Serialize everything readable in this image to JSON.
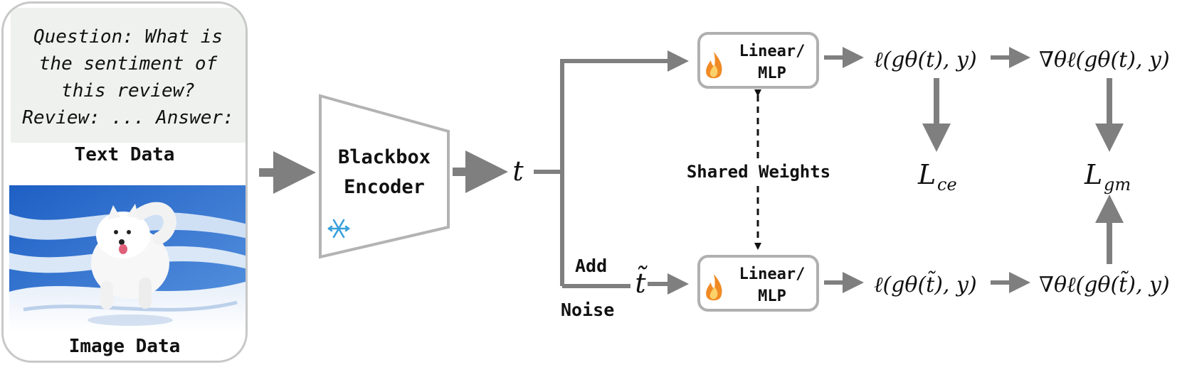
{
  "input_card": {
    "question_text": "Question: What is\nthe sentiment of\nthis review?\nReview: ... Answer:",
    "text_label": "Text Data",
    "image_label": "Image Data"
  },
  "encoder": {
    "label_line1": "Blackbox",
    "label_line2": "Encoder",
    "icon": "snowflake-icon"
  },
  "embedding": {
    "t_symbol": "t",
    "t_tilde_symbol": "t̃",
    "add_label": "Add",
    "noise_label": "Noise"
  },
  "heads": {
    "top_label_line1": "Linear/",
    "top_label_line2": "MLP",
    "bottom_label_line1": "Linear/",
    "bottom_label_line2": "MLP",
    "icon": "flame-icon",
    "shared_label": "Shared Weights"
  },
  "losses": {
    "loss_clean": "ℓ(gθ(t), y)",
    "loss_noisy": "ℓ(gθ(t̃), y)",
    "grad_clean": "∇θℓ(gθ(t), y)",
    "grad_noisy": "∇θℓ(gθ(t̃), y)",
    "ce_base": "L",
    "ce_sub": "ce",
    "gm_base": "L",
    "gm_sub": "gm"
  },
  "colors": {
    "arrow": "#7f7f7f",
    "box_border": "#b0b0b0",
    "question_bg": "#eef1ed",
    "snowflake": "#3aa0dc",
    "flame_outer": "#f08a24",
    "flame_inner": "#fcd16a"
  }
}
